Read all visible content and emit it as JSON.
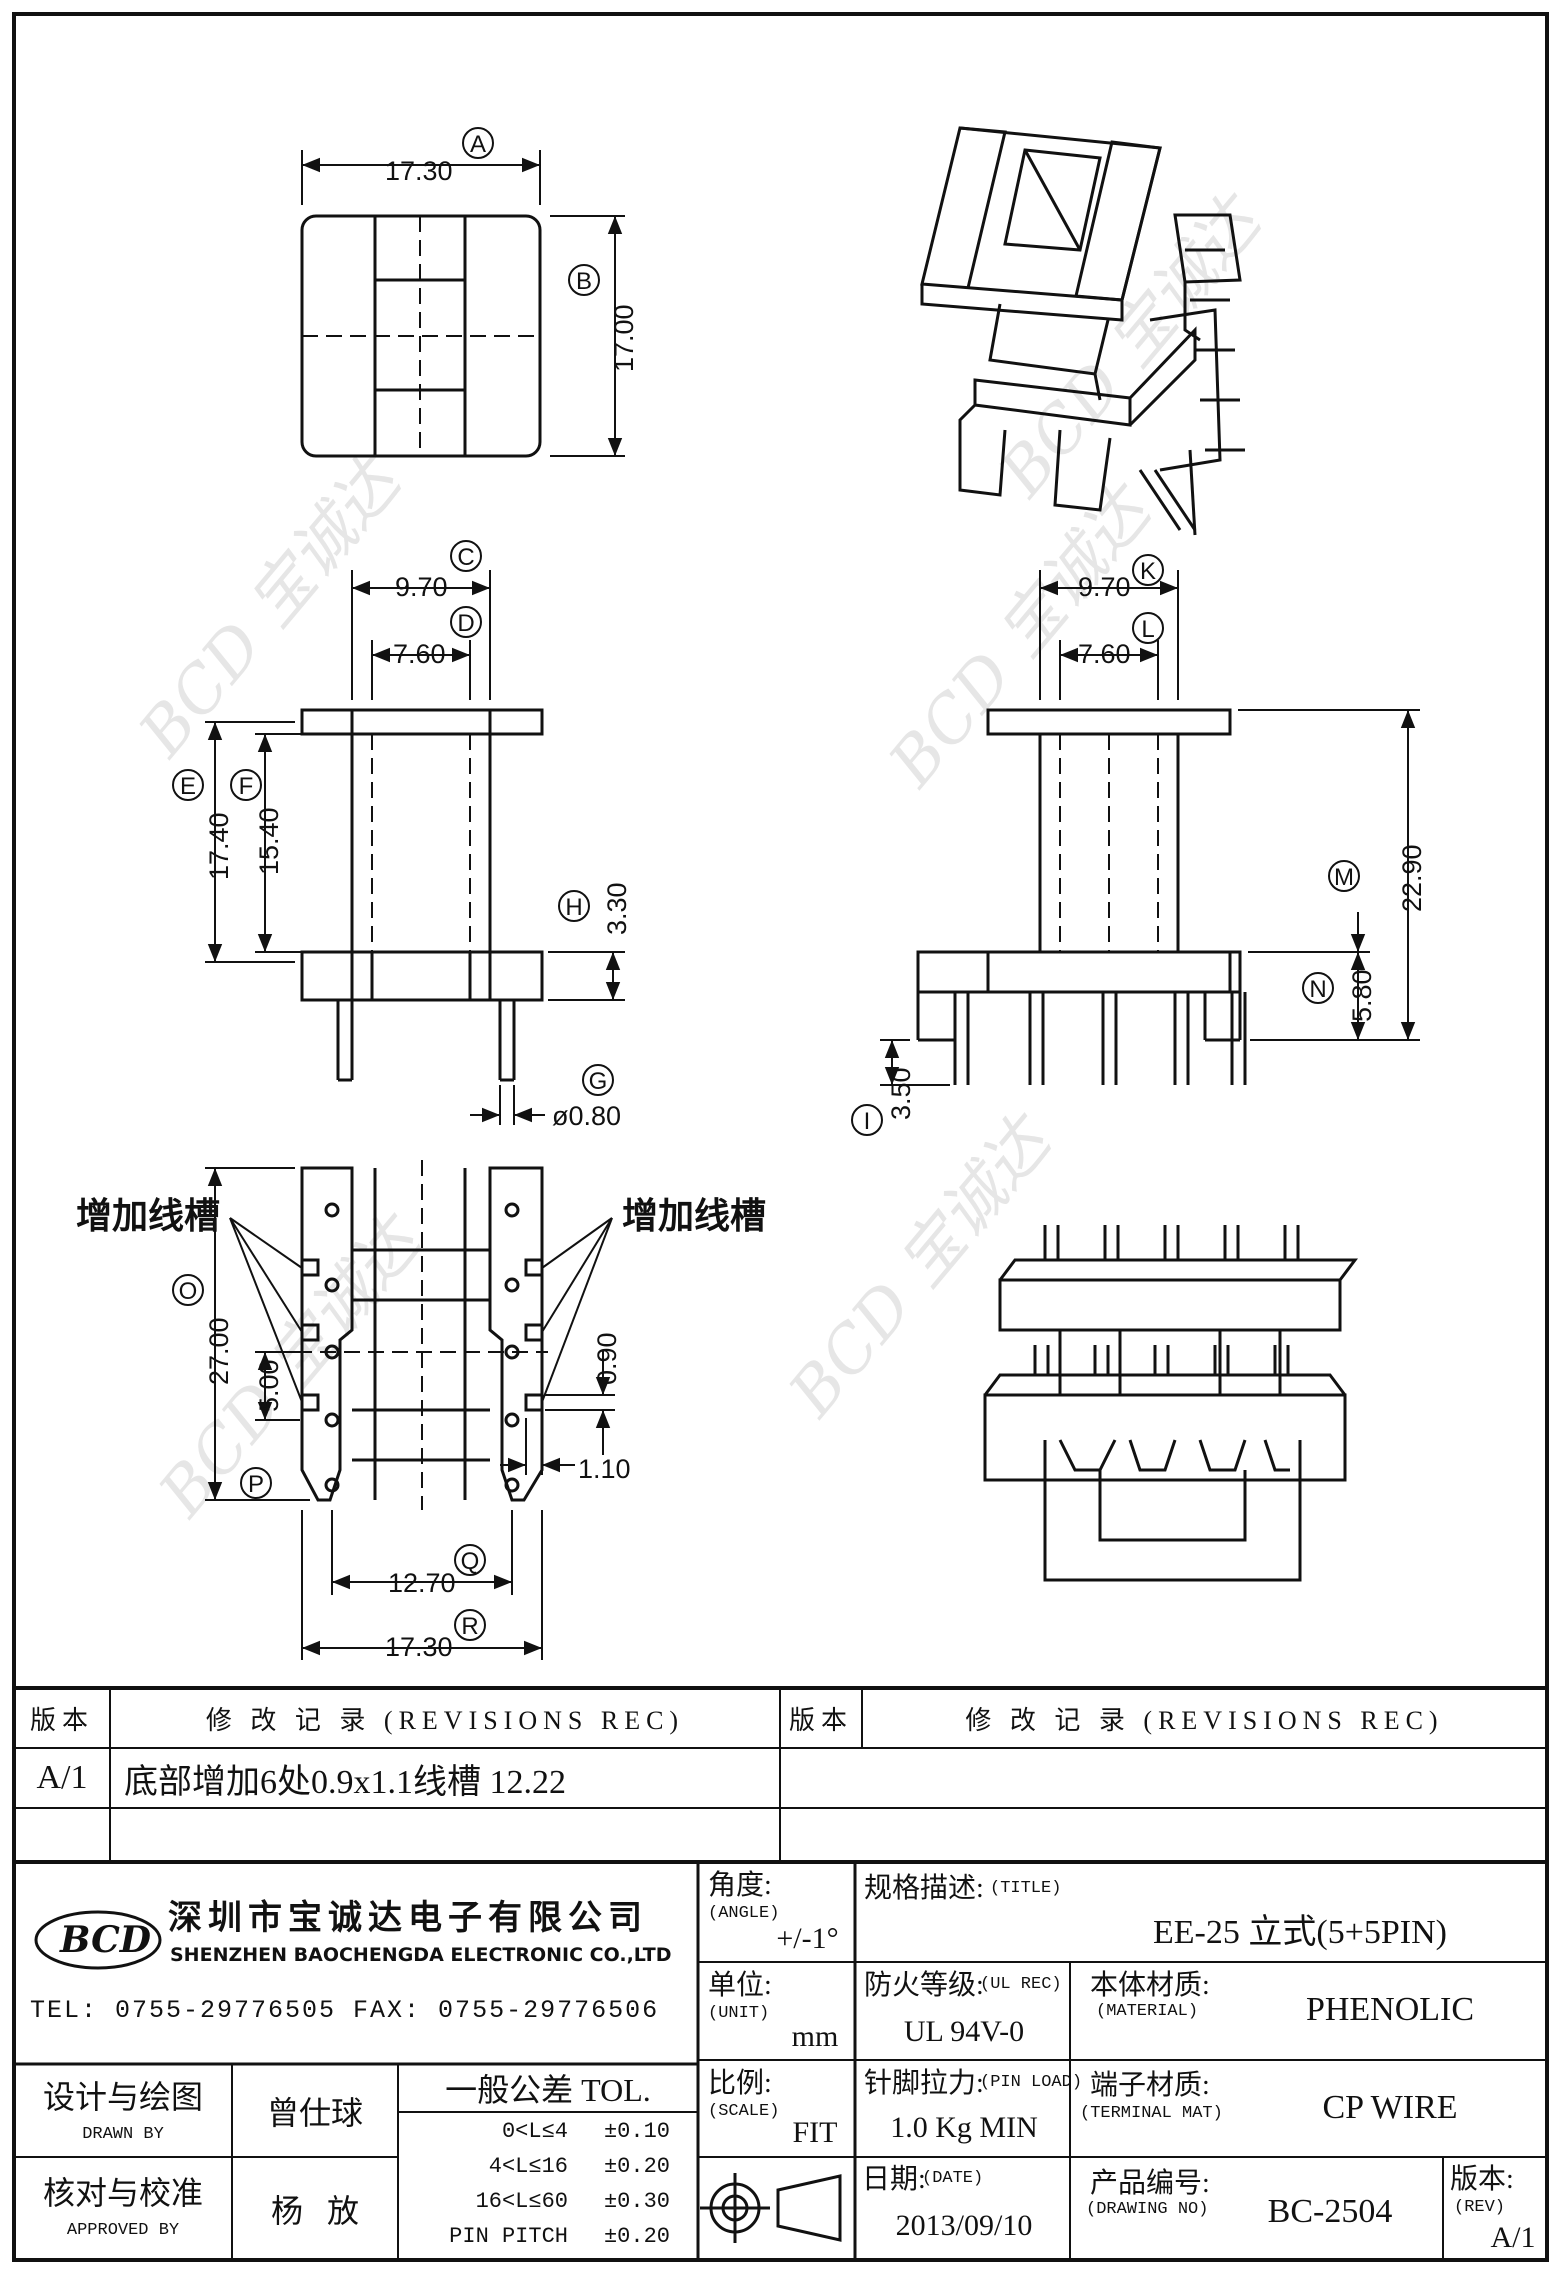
{
  "dimensions": {
    "A": {
      "letter": "A",
      "value": "17.30"
    },
    "B": {
      "letter": "B",
      "value": "17.00"
    },
    "C": {
      "letter": "C",
      "value": "9.70"
    },
    "D": {
      "letter": "D",
      "value": "7.60"
    },
    "E": {
      "letter": "E",
      "value": "17.40"
    },
    "F": {
      "letter": "F",
      "value": "15.40"
    },
    "G": {
      "letter": "G",
      "value": "ø0.80"
    },
    "H": {
      "letter": "H",
      "value": "3.30"
    },
    "I": {
      "letter": "I",
      "value": "3.50"
    },
    "K": {
      "letter": "K",
      "value": "9.70"
    },
    "L": {
      "letter": "L",
      "value": "7.60"
    },
    "M": {
      "letter": "M",
      "value": "22.90"
    },
    "N": {
      "letter": "N",
      "value": "5.80"
    },
    "O": {
      "letter": "O",
      "value": "27.00"
    },
    "P": {
      "letter": "P",
      "value": "5.00"
    },
    "Q": {
      "letter": "Q",
      "value": "12.70"
    },
    "R": {
      "letter": "R",
      "value": "17.30"
    },
    "slot_w": {
      "value": "0.90"
    },
    "slot_h": {
      "value": "1.10"
    }
  },
  "annotations": {
    "added_slot_left": "增加线槽",
    "added_slot_right": "增加线槽"
  },
  "watermark": "BCD 宝诚达",
  "revisions": {
    "header_ver": "版本",
    "header_rec": "修 改 记 录 (REVISIONS REC)",
    "rows": [
      {
        "ver": "A/1",
        "text": "底部增加6处0.9x1.1线槽   12.22"
      },
      {
        "ver": "",
        "text": ""
      }
    ]
  },
  "company": {
    "logo": "BCD",
    "name_cn": "深圳市宝诚达电子有限公司",
    "name_en": "SHENZHEN BAOCHENGDA ELECTRONIC CO.,LTD",
    "tel": "TEL: 0755-29776505  FAX: 0755-29776506"
  },
  "title_block": {
    "angle_label": "角度:",
    "angle_label_en": "(ANGLE)",
    "angle_value": "+/-1°",
    "unit_label": "单位:",
    "unit_label_en": "(UNIT)",
    "unit_value": "mm",
    "scale_label": "比例:",
    "scale_label_en": "(SCALE)",
    "scale_value": "FIT",
    "title_label": "规格描述:",
    "title_label_en": "(TITLE)",
    "title_value": "EE-25 立式(5+5PIN)",
    "ul_label": "防火等级:",
    "ul_label_en": "(UL REC)",
    "ul_value": "UL 94V-0",
    "material_label": "本体材质:",
    "material_label_en": "(MATERIAL)",
    "material_value": "PHENOLIC",
    "pinload_label": "针脚拉力:",
    "pinload_label_en": "(PIN LOAD)",
    "pinload_value": "1.0 Kg MIN",
    "terminal_label": "端子材质:",
    "terminal_label_en": "(TERMINAL MAT)",
    "terminal_value": "CP WIRE",
    "date_label": "日期:",
    "date_label_en": "(DATE)",
    "date_value": "2013/09/10",
    "drawing_no_label": "产品编号:",
    "drawing_no_label_en": "(DRAWING NO)",
    "drawing_no_value": "BC-2504",
    "rev_label": "版本:",
    "rev_label_en": "(REV)",
    "rev_value": "A/1",
    "drawn_label": "设计与绘图",
    "drawn_label_en": "DRAWN BY",
    "drawn_value": "曾仕球",
    "approved_label": "核对与校准",
    "approved_label_en": "APPROVED BY",
    "approved_value": "杨   放",
    "tol_header": "一般公差 TOL.",
    "tol_rows": [
      {
        "range": "0<L≤4",
        "value": "±0.10"
      },
      {
        "range": "4<L≤16",
        "value": "±0.20"
      },
      {
        "range": "16<L≤60",
        "value": "±0.30"
      },
      {
        "range": "PIN PITCH",
        "value": "±0.20"
      }
    ]
  }
}
